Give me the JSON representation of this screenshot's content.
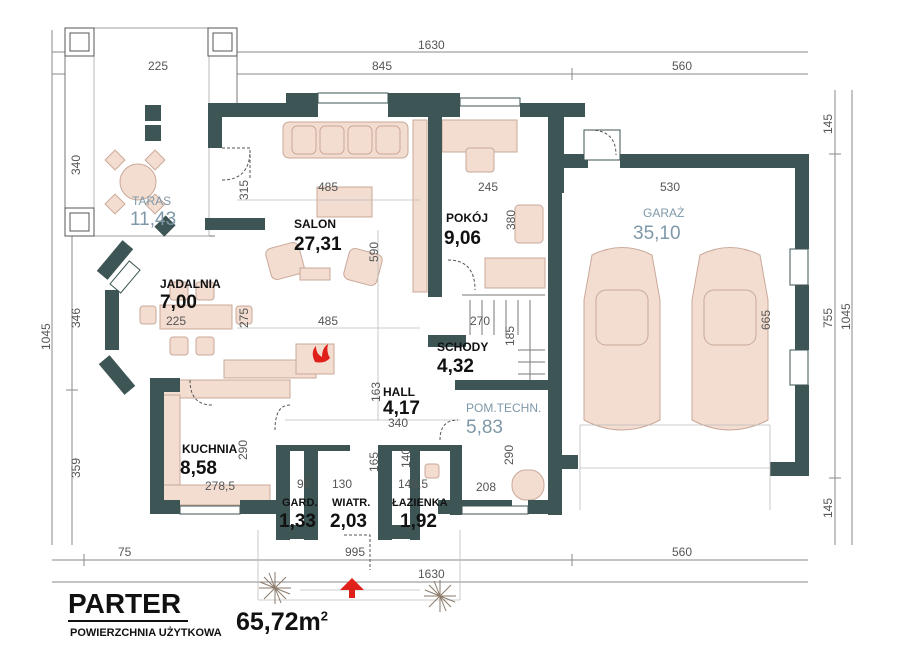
{
  "colors": {
    "wall": "#3d5554",
    "furniture": "#f3ddd0",
    "furniture_stroke": "#c9a99a",
    "dim_line": "#8a8a8a",
    "arrow": "#e0201b",
    "blue_label": "#7f98a8"
  },
  "rooms": {
    "taras": {
      "name": "TARAS",
      "area": "11,43"
    },
    "salon": {
      "name": "SALON",
      "area": "27,31"
    },
    "pokoj": {
      "name": "POKÓJ",
      "area": "9,06"
    },
    "garaz": {
      "name": "GARAŻ",
      "area": "35,10"
    },
    "jadalnia": {
      "name": "JADALNIA",
      "area": "7,00"
    },
    "schody": {
      "name": "SCHODY",
      "area": "4,32"
    },
    "hall": {
      "name": "HALL",
      "area": "4,17"
    },
    "pomtech": {
      "name": "POM.TECHN.",
      "area": "5,83"
    },
    "kuchnia": {
      "name": "KUCHNIA",
      "area": "8,58"
    },
    "gard": {
      "name": "GARD.",
      "area": "1,33"
    },
    "wiatr": {
      "name": "WIATR.",
      "area": "2,03"
    },
    "lazienka": {
      "name": "ŁAZIENKA",
      "area": "1,92"
    }
  },
  "dimensions": {
    "top_total": "1630",
    "top_a": "225",
    "top_b": "845",
    "top_c": "560",
    "bottom_a": "75",
    "bottom_b": "560",
    "bottom_c": "995",
    "bottom_total": "1630",
    "left_total": "1045",
    "left_a": "340",
    "left_b": "346",
    "left_c": "359",
    "right_total": "1045",
    "right_a": "145",
    "right_b": "755",
    "right_c": "145",
    "salon_w": "485",
    "salon_h": "590",
    "salon_w2": "485",
    "salon_315": "315",
    "pokoj_w": "245",
    "pokoj_h": "380",
    "garaz_w": "530",
    "garaz_h": "665",
    "jad_w": "225",
    "jad_h": "275",
    "schody_w": "270",
    "schody_h": "185",
    "hall_h": "163",
    "hall_w": "340",
    "kuch_h": "290",
    "kuch_w": "278,5",
    "gard_w": "95",
    "wiatr_w": "130",
    "wiatr_h": "165",
    "laz_h": "140",
    "laz_w": "145,5",
    "tech_h": "290",
    "tech_w": "208"
  },
  "footer": {
    "title": "PARTER",
    "subtitle": "POWIERZCHNIA UŻYTKOWA",
    "area_value": "65,72m",
    "area_unit_sup": "2"
  }
}
